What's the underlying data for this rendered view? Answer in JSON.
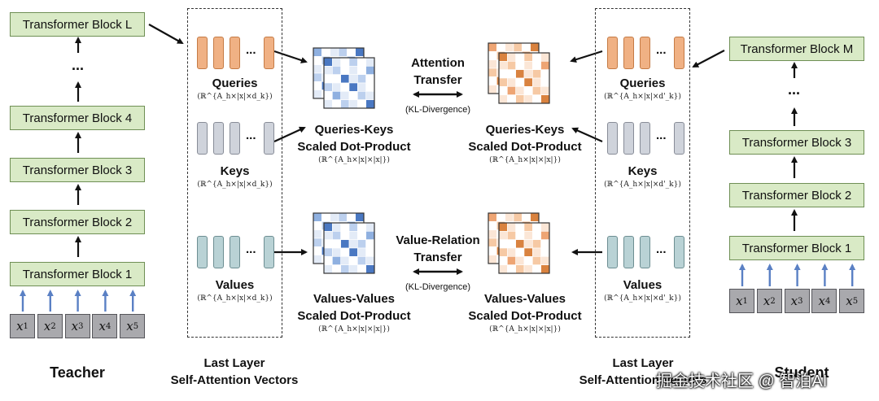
{
  "teacher": {
    "caption": "Teacher",
    "blocks": [
      "Transformer Block L",
      "Transformer Block 4",
      "Transformer Block 3",
      "Transformer Block 2",
      "Transformer Block 1"
    ],
    "ellipsis": "...",
    "inputs": [
      "1",
      "2",
      "3",
      "4",
      "5"
    ]
  },
  "student": {
    "caption": "Student",
    "blocks": [
      "Transformer Block M",
      "Transformer Block 3",
      "Transformer Block 2",
      "Transformer Block 1"
    ],
    "ellipsis": "...",
    "inputs": [
      "1",
      "2",
      "3",
      "4",
      "5"
    ]
  },
  "left_panel": {
    "caption_line1": "Last Layer",
    "caption_line2": "Self-Attention Vectors",
    "queries": "Queries",
    "queries_dim": "(ℝ^{A_h×|x|×d_k})",
    "keys": "Keys",
    "keys_dim": "(ℝ^{A_h×|x|×d_k})",
    "values": "Values",
    "values_dim": "(ℝ^{A_h×|x|×d_k})"
  },
  "right_panel": {
    "caption_line1": "Last Layer",
    "caption_line2": "Self-Attention Vectors",
    "queries": "Queries",
    "queries_dim": "(ℝ^{A_h×|x|×d'_k})",
    "keys": "Keys",
    "keys_dim": "(ℝ^{A_h×|x|×d'_k})",
    "values": "Values",
    "values_dim": "(ℝ^{A_h×|x|×d'_k})"
  },
  "products": {
    "qk_line1": "Queries-Keys",
    "qk_line2": "Scaled Dot-Product",
    "qk_dim": "(ℝ^{A_h×|x|×|x|})",
    "vv_line1": "Values-Values",
    "vv_line2": "Scaled Dot-Product",
    "vv_dim": "(ℝ^{A_h×|x|×|x|})"
  },
  "transfer": {
    "attention_line1": "Attention",
    "attention_line2": "Transfer",
    "attention_note": "(KL-Divergence)",
    "value_line1": "Value-Relation",
    "value_line2": "Transfer",
    "value_note": "(KL-Divergence)"
  },
  "vector_dots": "...",
  "watermark": "掘金技术社区 @ 智泊AI",
  "colors": {
    "block_fill": "#d9eac6",
    "input_fill": "#a9a9ad",
    "query_vector": "#f0b184",
    "key_vector": "#cfd3db",
    "value_vector": "#b9d2d5",
    "teacher_matrix": "#4a78c2",
    "student_matrix": "#d9823f",
    "input_arrow": "#5a80c4"
  }
}
